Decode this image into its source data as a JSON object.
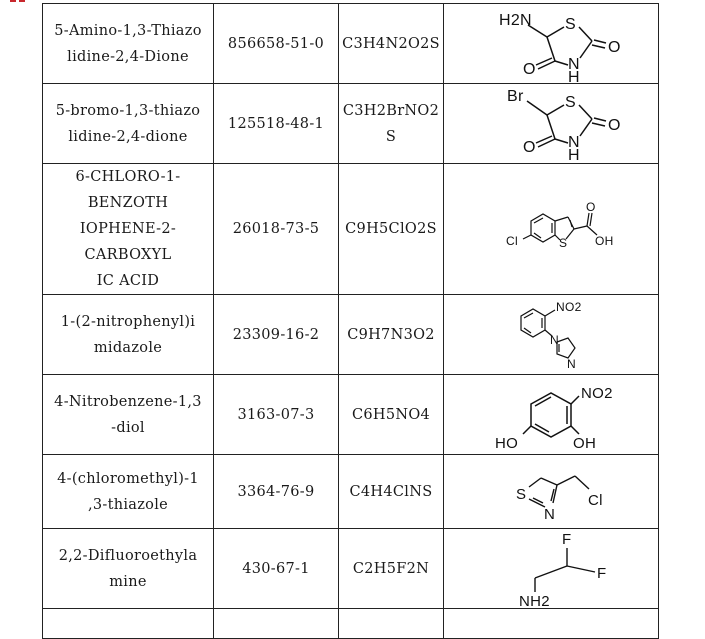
{
  "rows": [
    {
      "name": "5-Amino-1,3-Thiazolidine-2,4-Dione",
      "name_lines": [
        "5-Amino-1,3-Thiazo",
        "lidine-2,4-Dione"
      ],
      "cas": "856658-51-0",
      "formula_lines": [
        "C3H4N2O2S"
      ],
      "structure": {
        "substituent": "H2N",
        "ring_s": "S",
        "carbonyl_o_right": "O",
        "carbonyl_o_left": "O",
        "ring_n": "N",
        "ring_h": "H"
      }
    },
    {
      "name": "5-bromo-1,3-thiazolidine-2,4-dione",
      "name_lines": [
        "5-bromo-1,3-thiazo",
        "lidine-2,4-dione"
      ],
      "cas": "125518-48-1",
      "formula_lines": [
        "C3H2BrNO2",
        "S"
      ],
      "structure": {
        "substituent": "Br",
        "ring_s": "S",
        "carbonyl_o_right": "O",
        "carbonyl_o_left": "O",
        "ring_n": "N",
        "ring_h": "H"
      }
    },
    {
      "name": "6-CHLORO-1-BENZOTHIOPHENE-2-CARBOXYLIC ACID",
      "name_lines": [
        "6-CHLORO-1-BENZOTH",
        "IOPHENE-2-CARBOXYL",
        "IC ACID"
      ],
      "cas": "26018-73-5",
      "formula_lines": [
        "C9H5ClO2S"
      ],
      "structure": {
        "cl": "Cl",
        "s": "S",
        "o": "O",
        "oh": "OH"
      }
    },
    {
      "name": "1-(2-nitrophenyl)imidazole",
      "name_lines": [
        "1-(2-nitrophenyl)i",
        "midazole"
      ],
      "cas": "23309-16-2",
      "formula_lines": [
        "C9H7N3O2"
      ],
      "structure": {
        "no2": "NO2",
        "n1": "N",
        "n3": "N"
      }
    },
    {
      "name": "4-Nitrobenzene-1,3-diol",
      "name_lines": [
        "4-Nitrobenzene-1,3",
        "-diol"
      ],
      "cas": "3163-07-3",
      "formula_lines": [
        "C6H5NO4"
      ],
      "structure": {
        "no2": "NO2",
        "ho": "HO",
        "oh": "OH"
      }
    },
    {
      "name": "4-(chloromethyl)-1,3-thiazole",
      "name_lines": [
        "4-(chloromethyl)-1",
        ",3-thiazole"
      ],
      "cas": "3364-76-9",
      "formula_lines": [
        "C4H4ClNS"
      ],
      "structure": {
        "s": "S",
        "n": "N",
        "cl": "Cl"
      }
    },
    {
      "name": "2,2-Difluoroethylamine",
      "name_lines": [
        "2,2-Difluoroethyla",
        "mine"
      ],
      "cas": "430-67-1",
      "formula_lines": [
        "C2H5F2N"
      ],
      "structure": {
        "f_top": "F",
        "f_right": "F",
        "nh2": "NH2"
      }
    }
  ]
}
